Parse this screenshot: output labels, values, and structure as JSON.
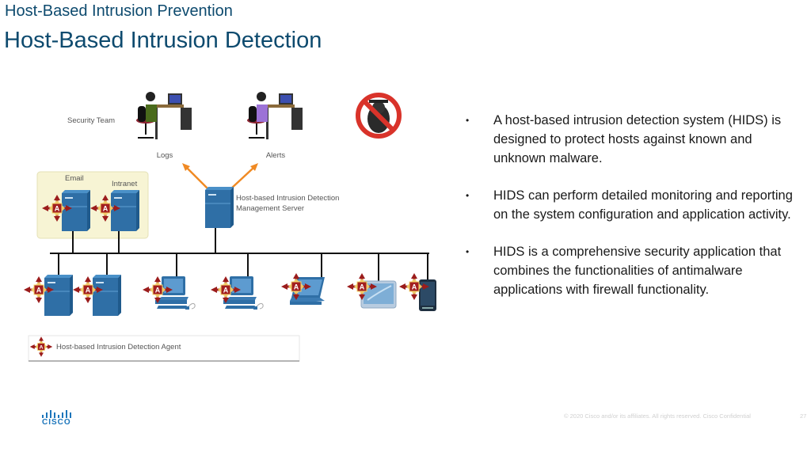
{
  "header": {
    "subtitle": "Host-Based Intrusion Prevention",
    "title": "Host-Based Intrusion Detection"
  },
  "diagram": {
    "security_team_label": "Security Team",
    "logs_label": "Logs",
    "alerts_label": "Alerts",
    "email_label": "Email",
    "intranet_label": "Intranet",
    "mgmt_server_label_line1": "Host-based Intrusion Detection",
    "mgmt_server_label_line2": "Management Server",
    "agent_badge_letter": "A",
    "legend_label": "Host-based Intrusion Detection Agent",
    "devices": [
      "server",
      "server",
      "desktop",
      "desktop",
      "laptop",
      "tablet",
      "phone"
    ],
    "colors": {
      "device_blue": "#2f6fa6",
      "arrow_orange": "#f08a24",
      "agent_red": "#9b1c1c",
      "agent_yellow": "#f5d76e",
      "dmz_fill": "#f7f4d4",
      "prohibit_red": "#d9332a"
    }
  },
  "bullets": [
    "A host-based intrusion detection system (HIDS) is designed to protect hosts against known and unknown malware.",
    "HIDS can perform detailed monitoring and reporting on the system configuration and application activity.",
    "HIDS is a comprehensive security application that combines the functionalities of antimalware applications with firewall functionality."
  ],
  "footer": {
    "copyright": "© 2020  Cisco and/or its affiliates. All rights reserved.   Cisco Confidential",
    "page_number": "27",
    "logo_text": "CISCO"
  }
}
